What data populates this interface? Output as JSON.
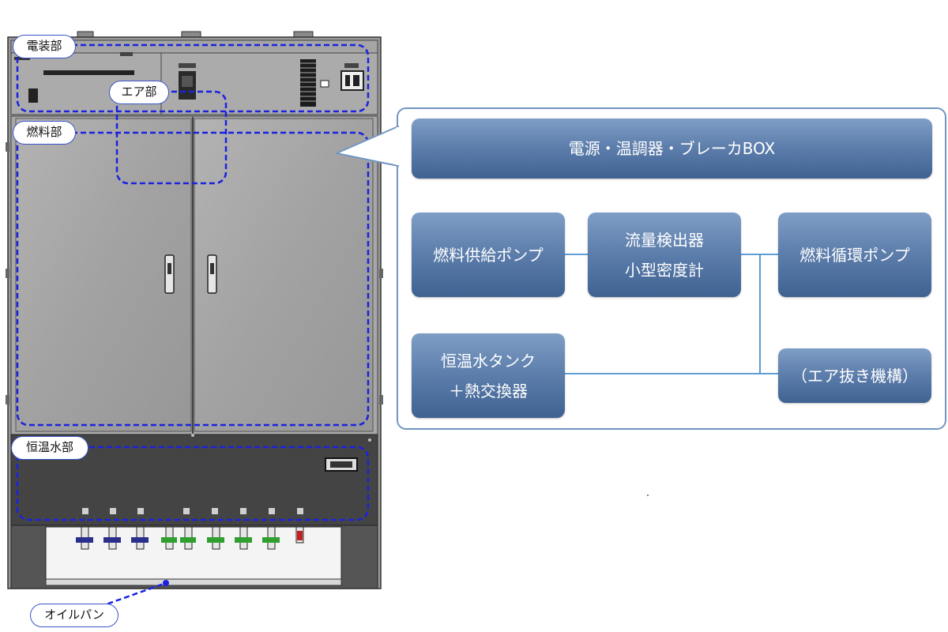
{
  "labels": {
    "electrical": "電装部",
    "air": "エア部",
    "fuel": "燃料部",
    "water": "恒温水部",
    "oilpan": "オイルパン"
  },
  "diagram": {
    "top_box": "電源・温調器・ブレーカBOX",
    "fuel_pump": "燃料供給ポンプ",
    "flow_detector_1": "流量検出器",
    "flow_detector_2": "小型密度計",
    "circ_pump": "燃料循環ポンプ",
    "tank_1": "恒温水タンク",
    "tank_2": "＋熱交換器",
    "air_vent": "（エア抜き機構）"
  },
  "colors": {
    "cabinet_body": "#9a9a9a",
    "dashed_outline": "#1a22e0",
    "box_fill": "#5c7ead",
    "panel_border": "#7196c2"
  }
}
